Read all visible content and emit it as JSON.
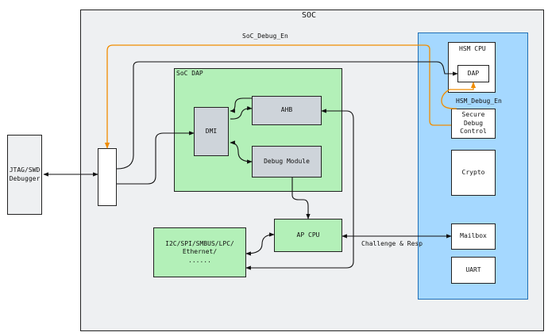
{
  "soc": {
    "title": "SOC"
  },
  "dap": {
    "title": "SoC DAP"
  },
  "hsm": {
    "title": "HSM CPU"
  },
  "blocks": {
    "jtag": "JTAG/SWD\nDebugger",
    "ahb": "AHB",
    "dmi": "DMI",
    "debug_module": "Debug Module",
    "ap_cpu": "AP CPU",
    "peripherals": "I2C/SPI/SMBUS/LPC/\nEthernet/\n......",
    "hsm_dap": "DAP",
    "secure_debug": "Secure\nDebug\nControl",
    "crypto": "Crypto",
    "mailbox": "Mailbox",
    "uart": "UART"
  },
  "labels": {
    "soc_debug_en": "SoC_Debug_En",
    "hsm_debug_en": "HSM_Debug_En",
    "challenge": "Challenge & Resp"
  },
  "colors": {
    "soc_fill": "#eef0f2",
    "dap_fill": "#b3f0b8",
    "hsm_fill": "#a5d8ff",
    "block_grey": "#ced4da",
    "enable_orange": "#f08c00"
  }
}
